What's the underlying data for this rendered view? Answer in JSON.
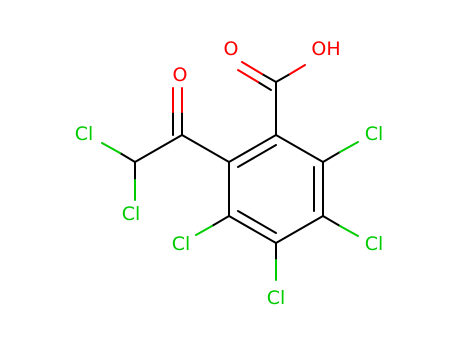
{
  "molecule": {
    "atoms": [
      {
        "id": "o1",
        "label": "O",
        "color": "#ff0000"
      },
      {
        "id": "oh",
        "label": "OH",
        "color": "#ff0000"
      },
      {
        "id": "o2",
        "label": "O",
        "color": "#ff0000"
      },
      {
        "id": "cl-a",
        "label": "Cl",
        "color": "#00cc00"
      },
      {
        "id": "cl-b",
        "label": "Cl",
        "color": "#00cc00"
      },
      {
        "id": "cl-c",
        "label": "Cl",
        "color": "#00cc00"
      },
      {
        "id": "cl-d",
        "label": "Cl",
        "color": "#00cc00"
      },
      {
        "id": "cl-e",
        "label": "Cl",
        "color": "#00cc00"
      },
      {
        "id": "cl-f",
        "label": "Cl",
        "color": "#00cc00"
      }
    ],
    "bond_color": "#000000"
  }
}
